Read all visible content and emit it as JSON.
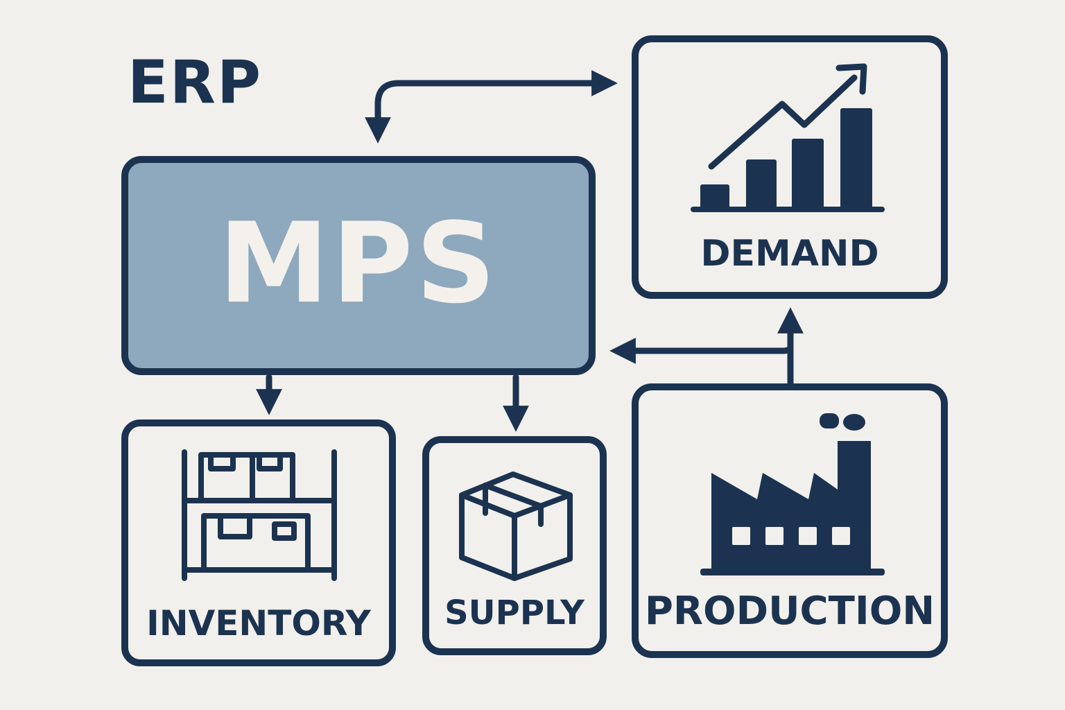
{
  "title": "ERP",
  "nodes": {
    "mps": "MPS",
    "demand": "DEMAND",
    "inventory": "INVENTORY",
    "supply": "SUPPLY",
    "production": "PRODUCTION"
  },
  "icons": {
    "demand": "bar-chart-trend-icon",
    "inventory": "shelf-boxes-icon",
    "supply": "box-icon",
    "production": "factory-icon"
  },
  "colors": {
    "background": "#f2f0ec",
    "navy": "#1b3350",
    "mps_fill": "#8ea8be",
    "mps_text": "#f4f1ec"
  }
}
